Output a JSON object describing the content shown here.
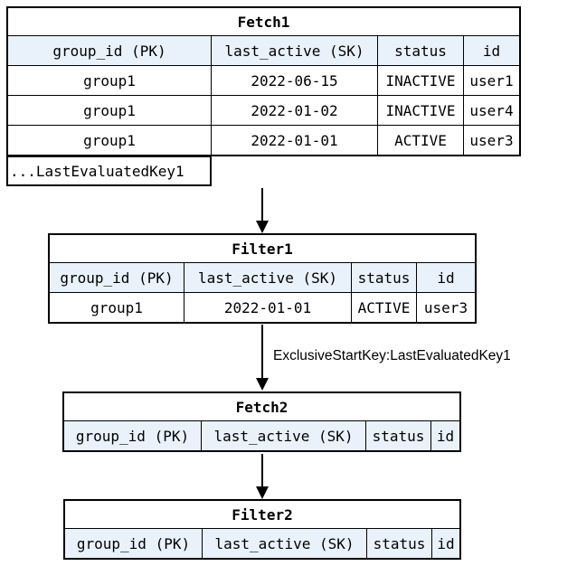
{
  "diagram": {
    "tables": [
      {
        "id": "fetch1",
        "title": "Fetch1",
        "columns": [
          "group_id (PK)",
          "last_active (SK)",
          "status",
          "id"
        ],
        "rows": [
          [
            "group1",
            "2022-06-15",
            "INACTIVE",
            "user1"
          ],
          [
            "group1",
            "2022-01-02",
            "INACTIVE",
            "user4"
          ],
          [
            "group1",
            "2022-01-01",
            "ACTIVE",
            "user3"
          ]
        ],
        "footer": "...LastEvaluatedKey1"
      },
      {
        "id": "filter1",
        "title": "Filter1",
        "columns": [
          "group_id (PK)",
          "last_active (SK)",
          "status",
          "id"
        ],
        "rows": [
          [
            "group1",
            "2022-01-01",
            "ACTIVE",
            "user3"
          ]
        ]
      },
      {
        "id": "fetch2",
        "title": "Fetch2",
        "columns": [
          "group_id (PK)",
          "last_active (SK)",
          "status",
          "id"
        ],
        "rows": []
      },
      {
        "id": "filter2",
        "title": "Filter2",
        "columns": [
          "group_id (PK)",
          "last_active (SK)",
          "status",
          "id"
        ],
        "rows": []
      }
    ],
    "arrows": [
      {
        "from": "Fetch1",
        "to": "Filter1",
        "label": ""
      },
      {
        "from": "Filter1",
        "to": "Fetch2",
        "label": "ExclusiveStartKey:LastEvaluatedKey1"
      },
      {
        "from": "Fetch2",
        "to": "Filter2",
        "label": ""
      }
    ],
    "colors": {
      "header_fill": "#e9f2fb",
      "border": "#000000",
      "text": "#000000",
      "background": "#ffffff"
    }
  }
}
